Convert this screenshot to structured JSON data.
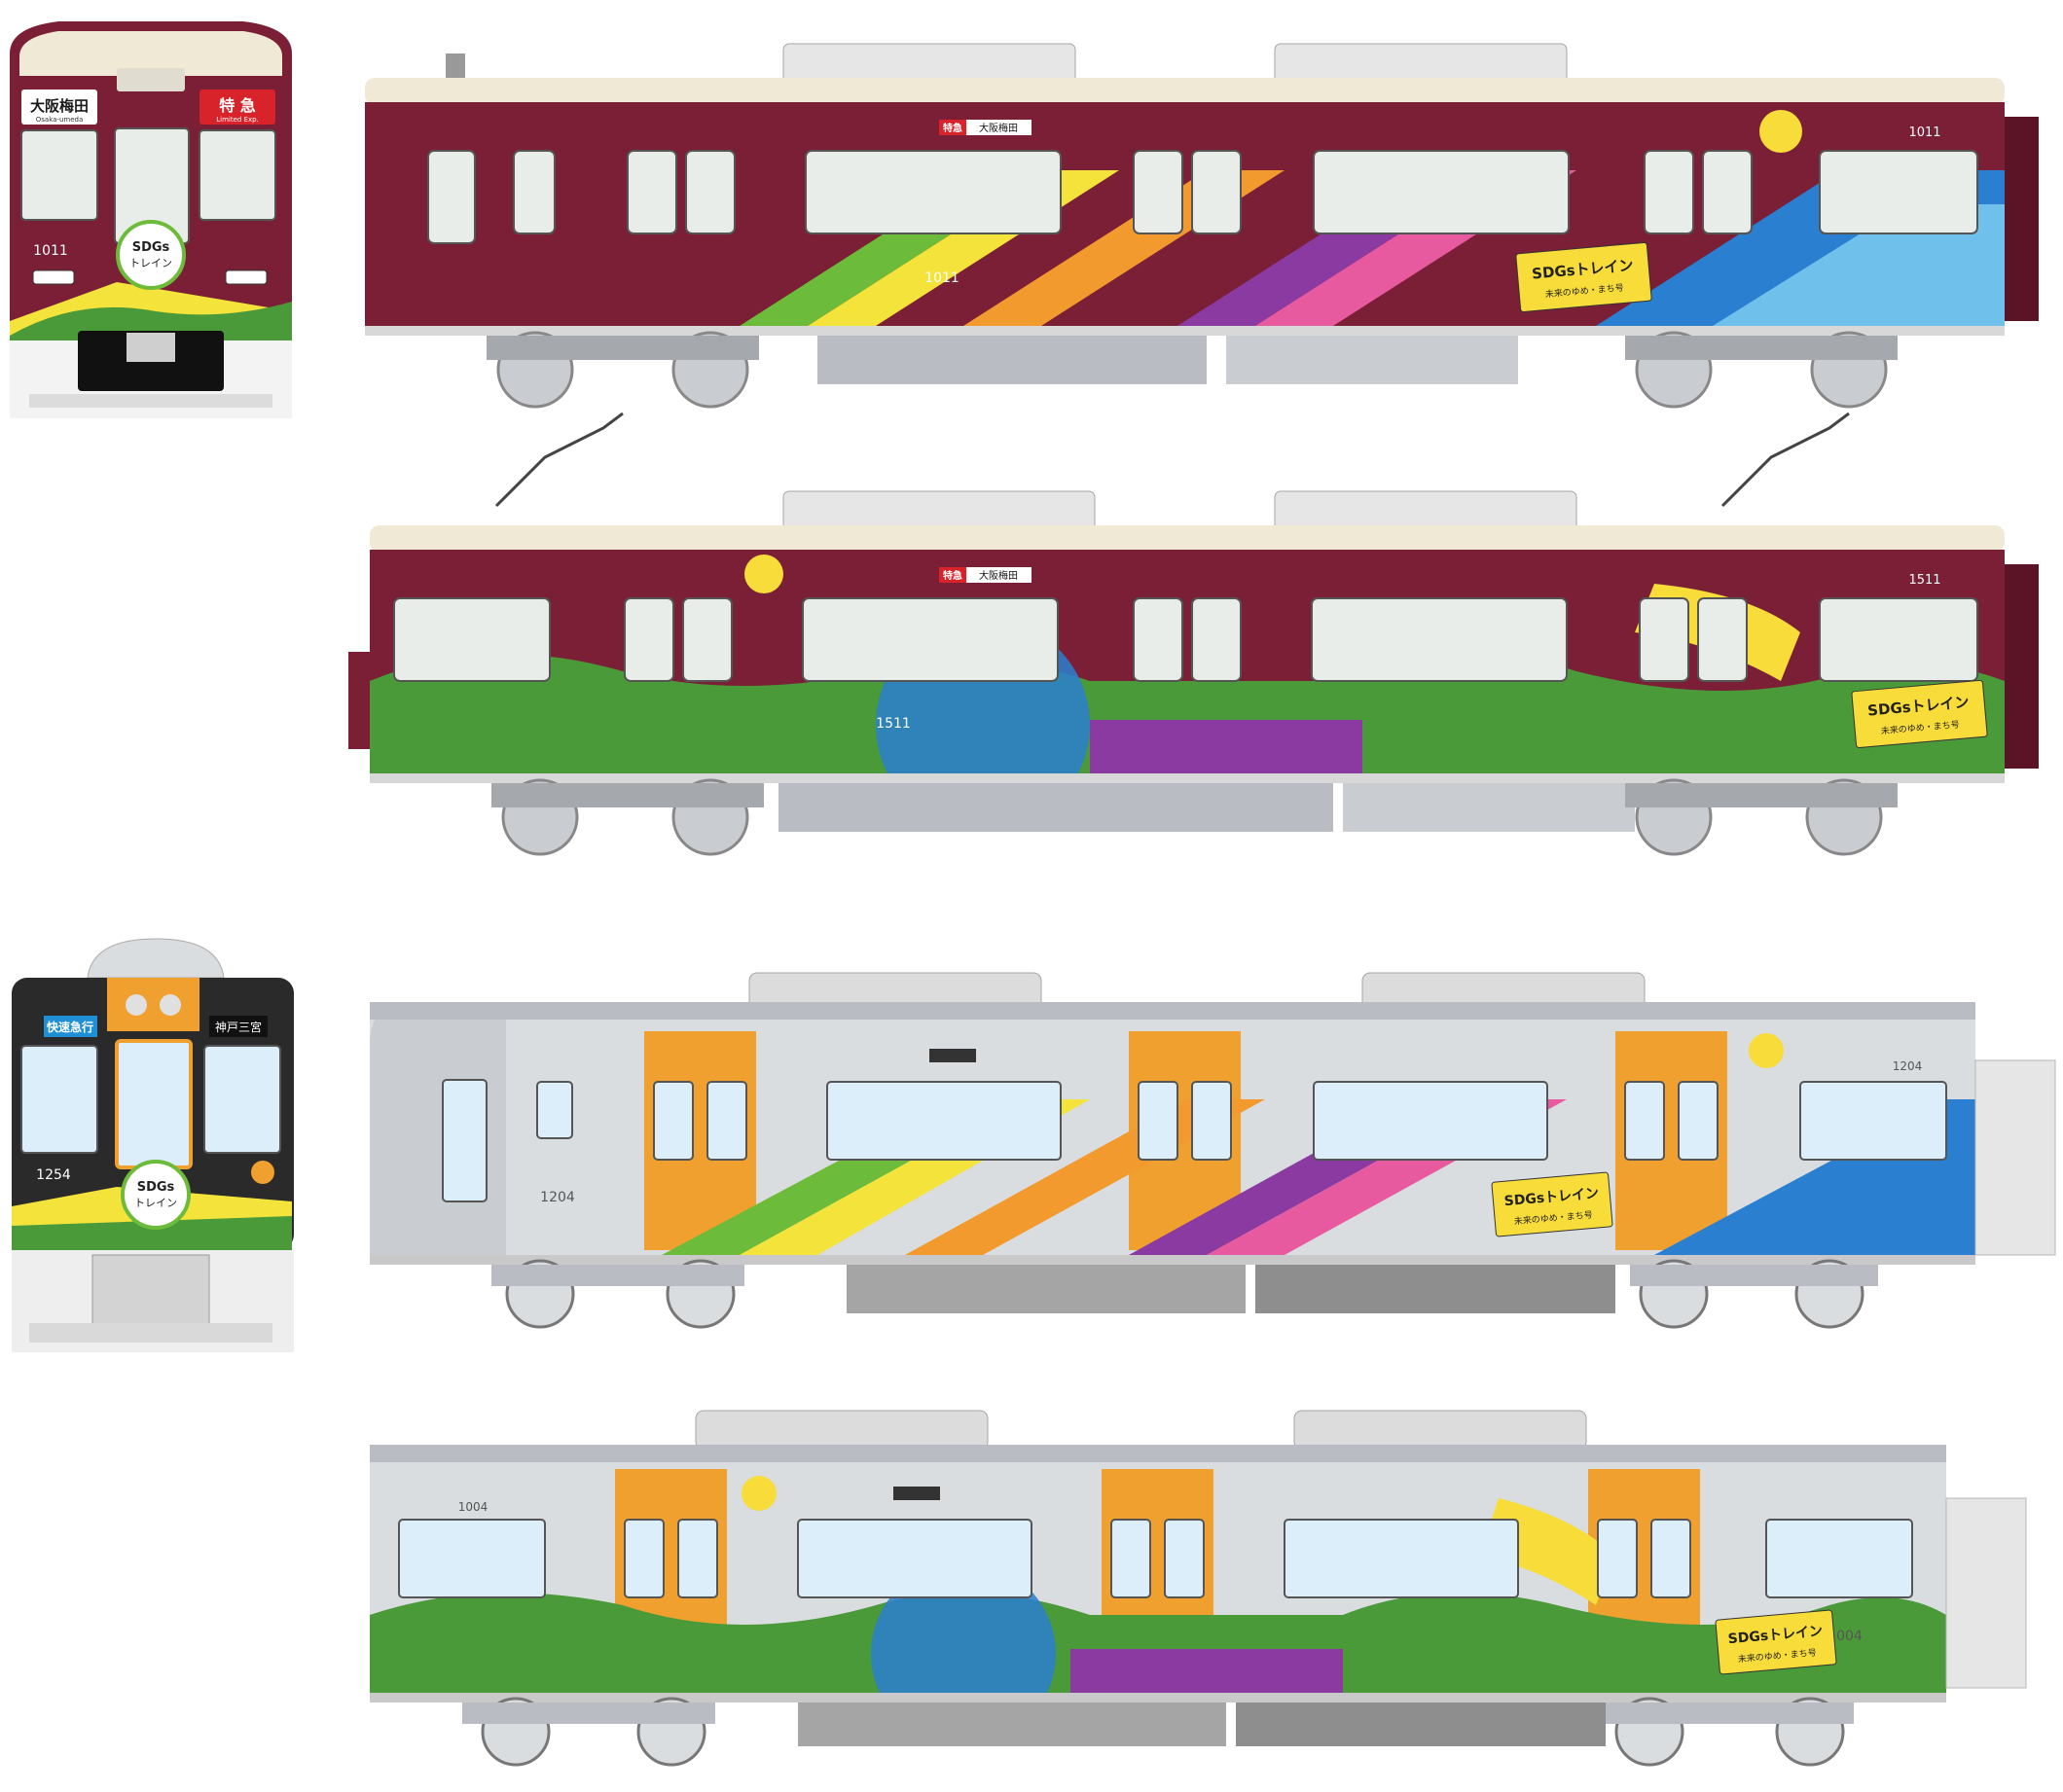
{
  "colors": {
    "hankyu_maroon": "#7a1f35",
    "hankyu_ivory": "#efe9d6",
    "hanshin_silver": "#d9dde0",
    "hanshin_orange": "#f0a02e",
    "window_glass": "#e9ede9",
    "hanshin_window": "#dbeef9",
    "undercarriage_grey": "#b9bdc3",
    "band_colors": [
      "#e6312f",
      "#f29a2e",
      "#f4e33a",
      "#6dbb3a",
      "#1aa68a",
      "#2a7fd0",
      "#8a3aa0",
      "#e85aa0"
    ]
  },
  "hankyu": {
    "front": {
      "dest_left": "大阪梅田",
      "dest_left_sub": "Osaka-umeda",
      "type_right": "特 急",
      "type_right_sub": "Limited Exp.",
      "car_number": "1011",
      "logo_line1": "SDGs",
      "logo_line2": "トレイン"
    },
    "car1": {
      "number_top": "1011",
      "number_side": "1011",
      "sign_type": "特急",
      "sign_dest": "大阪梅田",
      "banner_title": "SDGsトレイン",
      "banner_sub": "未来のゆめ・まち号"
    },
    "car2": {
      "number_top": "1511",
      "number_side": "1511",
      "sign_type": "特急",
      "sign_dest": "大阪梅田",
      "banner_title": "SDGsトレイン",
      "banner_sub": "未来のゆめ・まち号"
    }
  },
  "hanshin": {
    "front": {
      "type_left": "快速急行",
      "dest_right": "神戸三宮",
      "car_number": "1254",
      "logo_line1": "SDGs",
      "logo_line2": "トレイン"
    },
    "car1": {
      "number_top": "1204",
      "number_side": "1204",
      "banner_title": "SDGsトレイン",
      "banner_sub": "未来のゆめ・まち号"
    },
    "car2": {
      "number_top": "1004",
      "number_side": "1004",
      "banner_title": "SDGsトレイン",
      "banner_sub": "未来のゆめ・まち号"
    }
  }
}
